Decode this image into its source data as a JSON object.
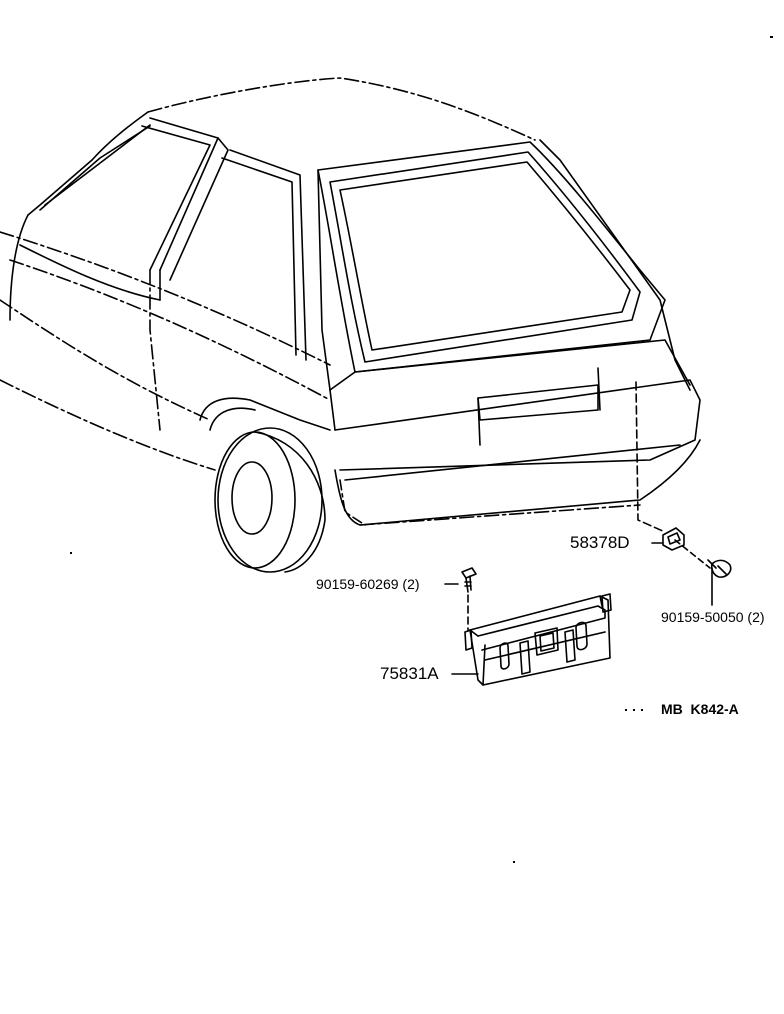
{
  "diagram": {
    "line_color": "#000000",
    "background": "#ffffff",
    "parts": {
      "bracket_clip": "58378D",
      "bracket_bolt": "90159-60269 (2)",
      "license_bracket": "75831A",
      "screw": "90159-50050 (2)"
    },
    "drawing_code": "MB  K842-A",
    "icons": [
      "car-outline-icon",
      "license-plate-bracket-icon",
      "bolt-icon",
      "clip-icon",
      "screw-icon"
    ]
  }
}
